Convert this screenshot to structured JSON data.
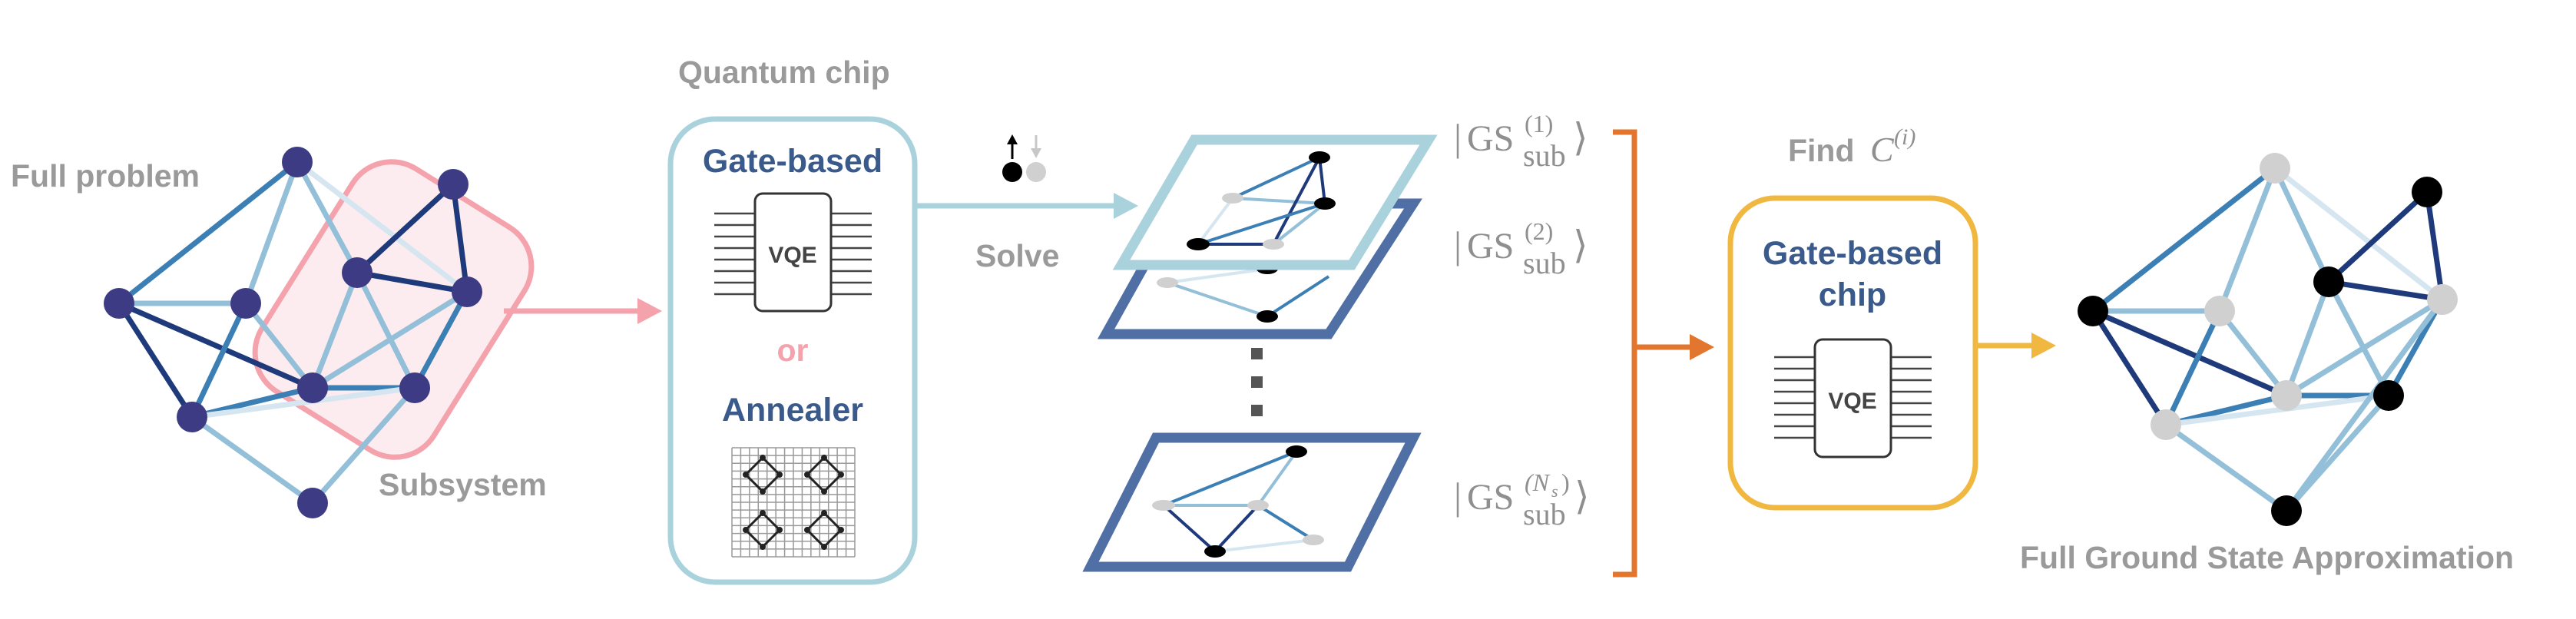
{
  "labels": {
    "full_problem": "Full problem",
    "subsystem": "Subsystem",
    "quantum_chip": "Quantum chip",
    "gate_based": "Gate-based",
    "or": "or",
    "annealer": "Annealer",
    "vqe": "VQE",
    "solve": "Solve",
    "find_prefix": "Find",
    "find_c": "C",
    "find_sup": "(i)",
    "gate_based_chip_line1": "Gate-based",
    "gate_based_chip_line2": "chip",
    "full_ground_state": "Full Ground State Approximation"
  },
  "ground_states": [
    {
      "gs": "GS",
      "sub": "sub",
      "sup": "(1)"
    },
    {
      "gs": "GS",
      "sub": "sub",
      "sup": "(2)"
    },
    {
      "gs": "GS",
      "sub": "sub",
      "sup": "(N",
      "sup_sub": "s",
      "sup_close": ")"
    }
  ],
  "colors": {
    "node_purple": "#3d3b83",
    "edge_dark": "#1f3a7a",
    "edge_mid": "#3b7fb5",
    "edge_light": "#93bfd8",
    "edge_faint": "#d6e6f1",
    "pink": "#f4a3ad",
    "pink_fill": "#fdecef",
    "teal": "#a9d2dc",
    "slate": "#4f6fa5",
    "orange": "#e3762f",
    "gold": "#f0b840"
  }
}
